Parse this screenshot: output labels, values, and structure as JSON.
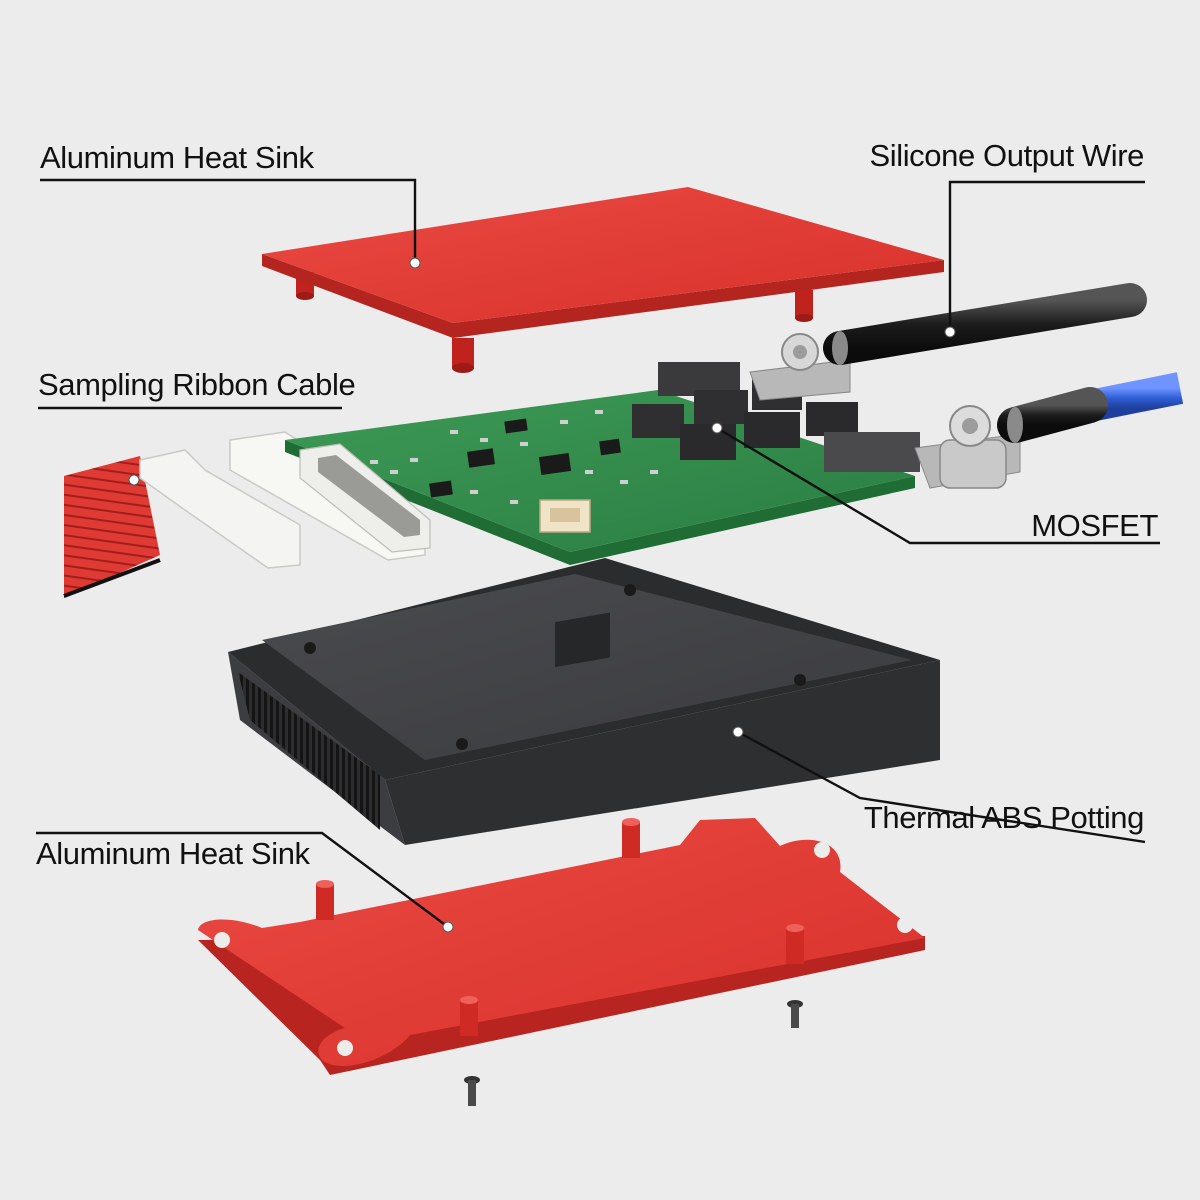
{
  "labels": {
    "heat_sink_top": "Aluminum Heat Sink",
    "output_wire": "Silicone Output Wire",
    "ribbon_cable": "Sampling Ribbon Cable",
    "mosfet": "MOSFET",
    "potting": "Thermal ABS Potting",
    "heat_sink_bottom": "Aluminum Heat Sink"
  },
  "colors": {
    "background": "#ececec",
    "heat_sink_red": "#e5352f",
    "pcb_green": "#2e8a4a",
    "potting_black": "#333436",
    "wire_blue": "#2f5fd6",
    "label_text": "#111111"
  },
  "icons": [
    "callout-dot-icon",
    "screw-icon",
    "terminal-bolt-icon"
  ]
}
